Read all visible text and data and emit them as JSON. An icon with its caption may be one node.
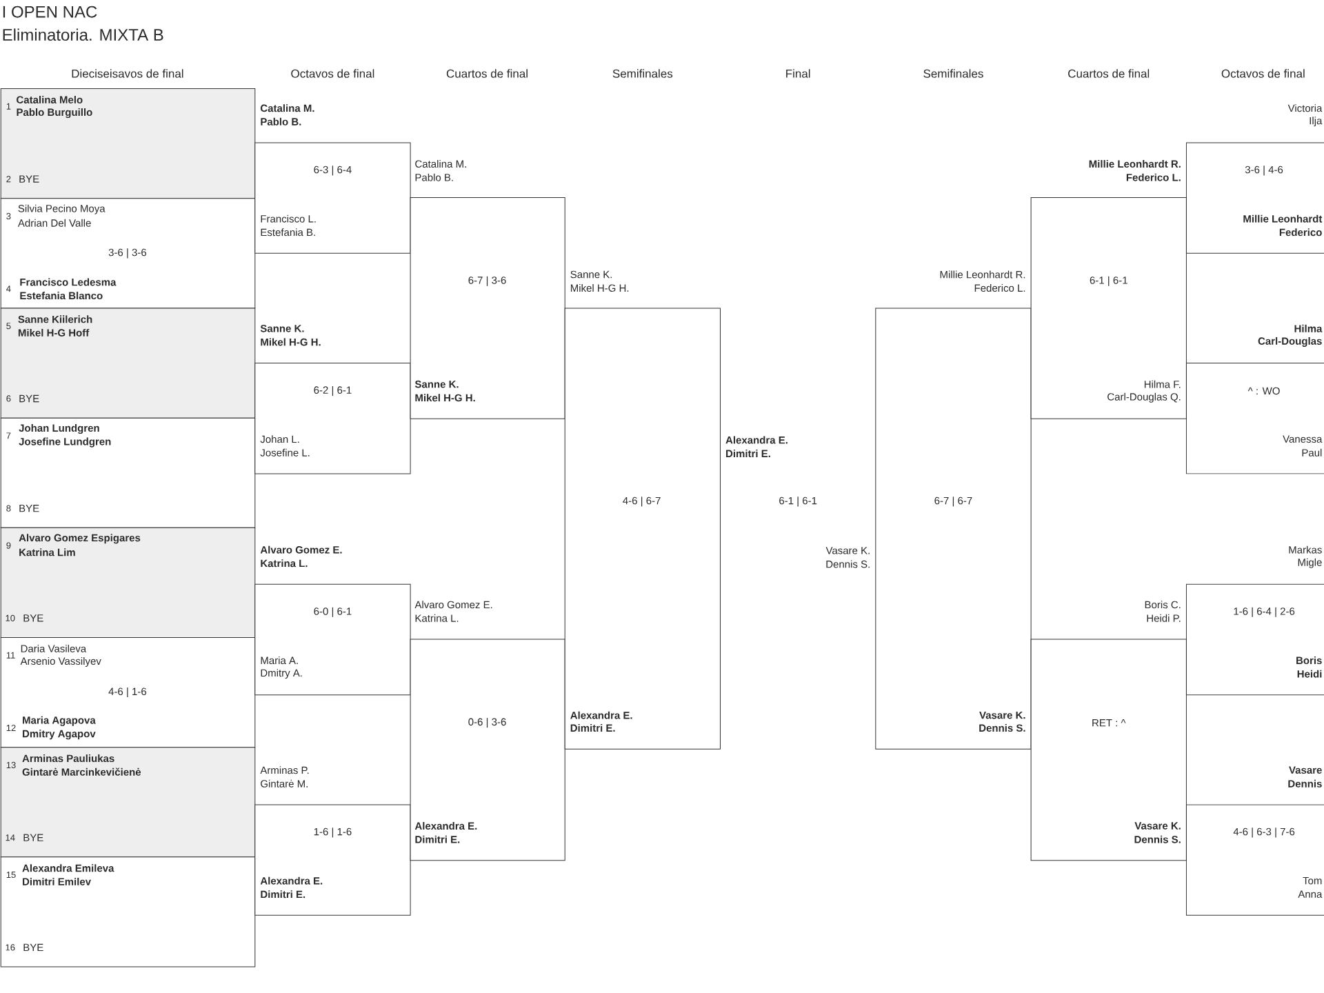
{
  "diagram": {
    "title": "I OPEN NAC",
    "nodes": [
      {
        "text": [
          "1",
          "Catalina Melo",
          "Pablo Burguillo",
          "2",
          "BYE"
        ]
      },
      {
        "text": [
          "3",
          "Silvia Pecino Moya",
          "Adrian Del Valle",
          "3-6 | 3-6",
          "4",
          "Francisco Ledesma",
          "Estefania Blanco"
        ]
      },
      {
        "text": [
          "5",
          "Sanne Kiilerich",
          "Mikel H-G Hoff",
          "6",
          "BYE"
        ]
      },
      {
        "text": [
          "7",
          "Johan Lundgren",
          "Josefine Lundgren",
          "8",
          "BYE"
        ]
      },
      {
        "text": [
          "9",
          "Alvaro Gomez Espigares",
          "Katrina Lim",
          "10",
          "BYE"
        ]
      },
      {
        "text": [
          "11",
          "Daria Vasileva",
          "Arsenio Vassilyev",
          "4-6 | 1-6",
          "12",
          "Maria Agapova",
          "Dmitry Agapov"
        ]
      },
      {
        "text": [
          "13",
          "Arminas Pauliukas",
          "Gintarė Marcinkevičienė",
          "14",
          "BYE"
        ]
      },
      {
        "text": [
          "15",
          "Alexandra Emileva",
          "Dimitri Emilev",
          "16",
          "BYE"
        ]
      },
      {
        "text": [
          "6-3 | 6-4",
          "Francisco L.",
          "Estefania B."
        ]
      },
      {
        "text": [
          "6-2 | 6-1",
          "Johan L.",
          "Josefine L."
        ]
      },
      {
        "text": [
          "6-0 | 6-1",
          "Maria A.",
          "Dmitry A."
        ]
      },
      {
        "text": [
          "1-6 | 1-6",
          "Alexandra E.",
          "Dimitri E."
        ]
      },
      {
        "text": [
          "6-7 | 3-6",
          "Sanne K.",
          "Mikel H-G H."
        ]
      },
      {
        "text": [
          "0-6 | 3-6",
          "Alexandra E.",
          "Dimitri E."
        ]
      },
      {
        "text": [
          "4-6 | 6-7",
          "Alexandra E.",
          "Dimitri E."
        ]
      },
      {
        "text": [
          "6-7 | 6-7",
          "Vasare K.",
          "Dennis S."
        ]
      },
      {
        "text": [
          "6-1 | 6-1",
          "Hilma F.",
          "Carl-Douglas Q."
        ]
      },
      {
        "text": [
          "RET : ^",
          "Vasare K.",
          "Dennis S."
        ]
      },
      {
        "text": [
          "3-6 | 4-6",
          "Millie Leonhardt",
          "Federico"
        ]
      },
      {
        "text": [
          "^ : WO",
          "Vanessa",
          "Paul"
        ]
      },
      {
        "text": [
          "1-6 | 6-4 | 2-6",
          "Boris",
          "Heidi"
        ]
      },
      {
        "text": [
          "4-6 | 6-3 | 7-6",
          "Tom",
          "Anna"
        ]
      }
    ],
    "labels": [
      "Eliminatoria. MIXTA B",
      "Dieciseisavos de final",
      "Octavos de final",
      "Cuartos de final",
      "Semifinales",
      "Final",
      "Semifinales",
      "Cuartos de final",
      "Octavos de final",
      "Catalina M.",
      "Pablo B.",
      "Sanne K.",
      "Mikel H-G H.",
      "Alvaro Gomez E.",
      "Katrina L.",
      "Arminas P.",
      "Gintarė M.",
      "Catalina M.",
      "Pablo B.",
      "Alvaro Gomez E.",
      "Katrina L.",
      "Sanne K.",
      "Mikel H-G H.",
      "Alexandra E.",
      "Dimitri E.",
      "6-1 | 6-1",
      "Vasare K.",
      "Dennis S.",
      "Millie Leonhardt R.",
      "Federico L.",
      "Millie Leonhardt R.",
      "Federico L.",
      "Boris C.",
      "Heidi P.",
      "Victoria",
      "Ilja",
      "Hilma",
      "Carl-Douglas",
      "Markas",
      "Migle",
      "Vasare",
      "Dennis"
    ]
  }
}
